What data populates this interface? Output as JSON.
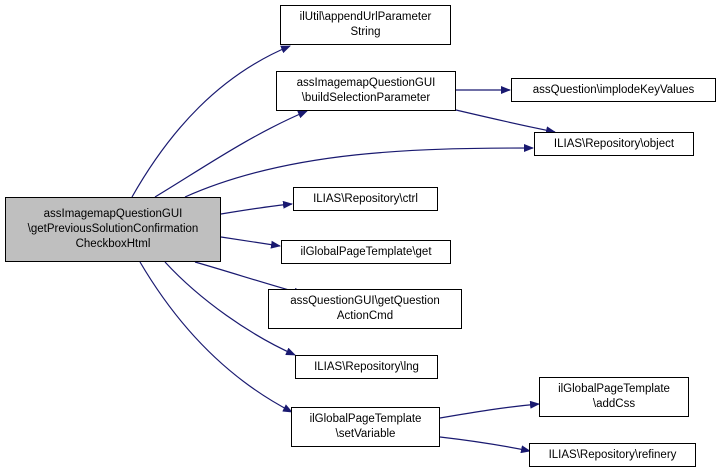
{
  "graph": {
    "title": "Call graph",
    "edge_color": "#191970",
    "root_fill": "#bfbfbf",
    "nodes": {
      "main": "assImagemapQuestionGUI\n\\getPreviousSolutionConfirmation\nCheckboxHtml",
      "append": "ilUtil\\appendUrlParameter\nString",
      "build": "assImagemapQuestionGUI\n\\buildSelectionParameter",
      "implode": "assQuestion\\implodeKeyValues",
      "object": "ILIAS\\Repository\\object",
      "ctrl": "ILIAS\\Repository\\ctrl",
      "get": "ilGlobalPageTemplate\\get",
      "action": "assQuestionGUI\\getQuestion\nActionCmd",
      "lng": "ILIAS\\Repository\\lng",
      "setvar": "ilGlobalPageTemplate\n\\setVariable",
      "addcss": "ilGlobalPageTemplate\n\\addCss",
      "refinery": "ILIAS\\Repository\\refinery"
    },
    "edges": [
      [
        "main",
        "append"
      ],
      [
        "main",
        "build"
      ],
      [
        "main",
        "object"
      ],
      [
        "main",
        "ctrl"
      ],
      [
        "main",
        "get"
      ],
      [
        "main",
        "action"
      ],
      [
        "main",
        "lng"
      ],
      [
        "main",
        "setvar"
      ],
      [
        "build",
        "implode"
      ],
      [
        "build",
        "object"
      ],
      [
        "setvar",
        "addcss"
      ],
      [
        "setvar",
        "refinery"
      ]
    ]
  }
}
